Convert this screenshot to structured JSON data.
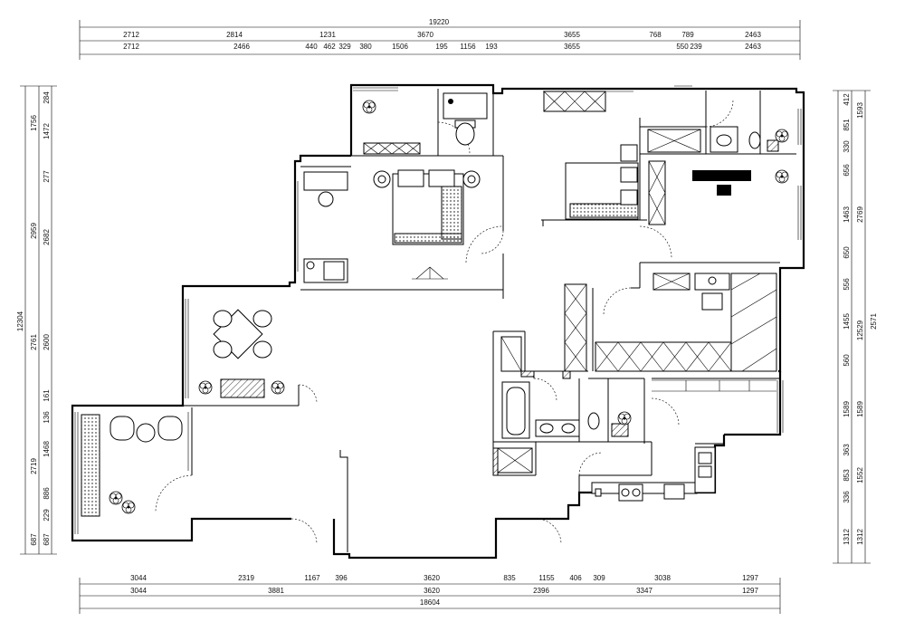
{
  "dims_top": {
    "total": "19220",
    "row1": [
      "2712",
      "2814",
      "1231",
      "3670",
      "3655",
      "768",
      "789",
      "2463"
    ],
    "row2": [
      "2712",
      "2466",
      "440",
      "462",
      "329",
      "380",
      "1506",
      "195",
      "1156",
      "193",
      "3655",
      "550",
      "239",
      "2463"
    ]
  },
  "dims_bottom": {
    "total": "18604",
    "row1": [
      "3044",
      "2319",
      "1167",
      "396",
      "3620",
      "835",
      "1155",
      "406",
      "309",
      "3038",
      "1297"
    ],
    "row2": [
      "3044",
      "3881",
      "3620",
      "2396",
      "3347",
      "1297"
    ]
  },
  "dims_left": {
    "total": "12304",
    "outer": [
      "1756",
      "2959",
      "2761",
      "2719",
      "687"
    ],
    "inner": [
      "284",
      "1472",
      "277",
      "2682",
      "2600",
      "161",
      "136",
      "1468",
      "886",
      "229",
      "687"
    ]
  },
  "dims_right": {
    "total": "12529",
    "outer": [
      "1593",
      "2769",
      "2571",
      "1589",
      "1552",
      "1312"
    ],
    "inner": [
      "412",
      "851",
      "330",
      "656",
      "1463",
      "650",
      "556",
      "1455",
      "560",
      "1589",
      "363",
      "853",
      "336",
      "1312"
    ]
  }
}
